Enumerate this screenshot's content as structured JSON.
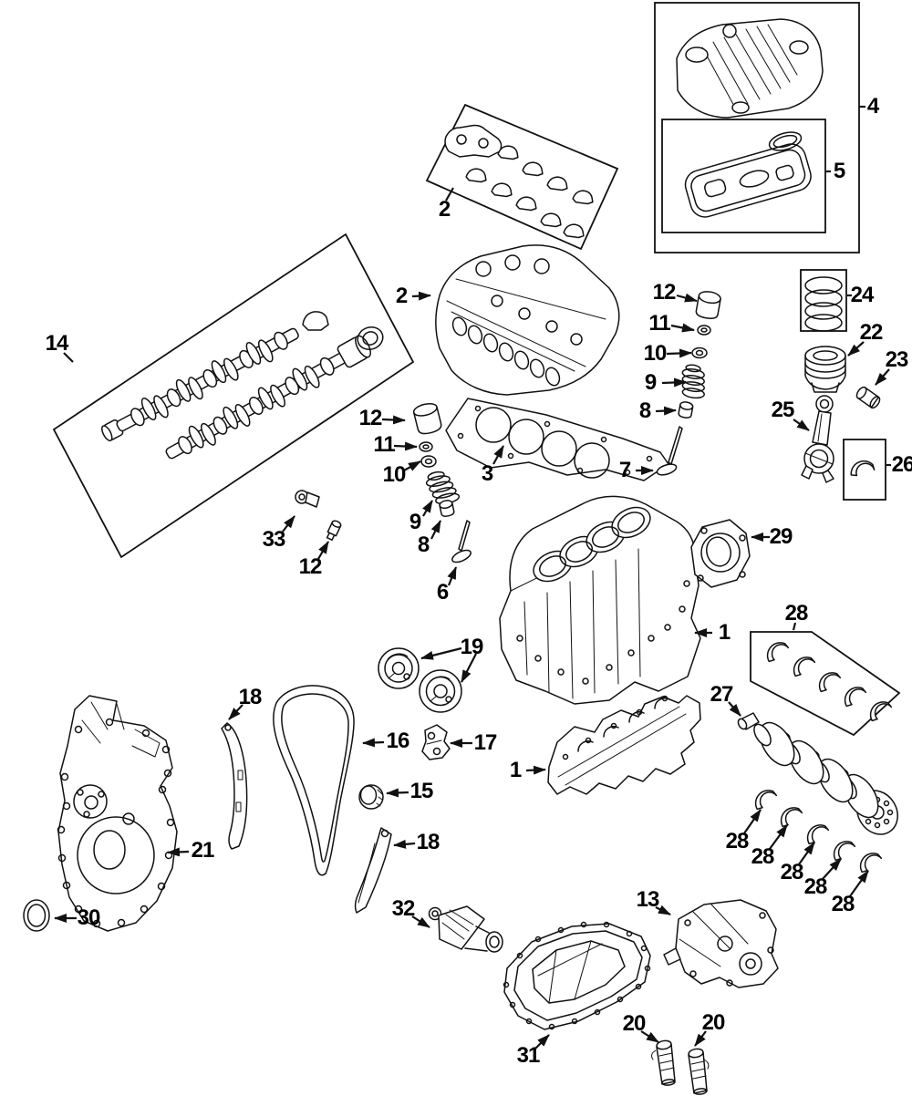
{
  "diagram": {
    "kind": "exploded-engine-parts-diagram",
    "colors": {
      "background": "#ffffff",
      "line": "#111111",
      "label": "#000000"
    },
    "callouts": [
      {
        "number": "4"
      },
      {
        "number": "5"
      },
      {
        "number": "2"
      },
      {
        "number": "2"
      },
      {
        "number": "14"
      },
      {
        "number": "3"
      },
      {
        "number": "12"
      },
      {
        "number": "11"
      },
      {
        "number": "10"
      },
      {
        "number": "9"
      },
      {
        "number": "8"
      },
      {
        "number": "6"
      },
      {
        "number": "33"
      },
      {
        "number": "12"
      },
      {
        "number": "12"
      },
      {
        "number": "11"
      },
      {
        "number": "10"
      },
      {
        "number": "9"
      },
      {
        "number": "8"
      },
      {
        "number": "7"
      },
      {
        "number": "24"
      },
      {
        "number": "22"
      },
      {
        "number": "23"
      },
      {
        "number": "25"
      },
      {
        "number": "26"
      },
      {
        "number": "29"
      },
      {
        "number": "1"
      },
      {
        "number": "28"
      },
      {
        "number": "27"
      },
      {
        "number": "1"
      },
      {
        "number": "28"
      },
      {
        "number": "28"
      },
      {
        "number": "28"
      },
      {
        "number": "28"
      },
      {
        "number": "28"
      },
      {
        "number": "21"
      },
      {
        "number": "30"
      },
      {
        "number": "18"
      },
      {
        "number": "16"
      },
      {
        "number": "17"
      },
      {
        "number": "15"
      },
      {
        "number": "18"
      },
      {
        "number": "19"
      },
      {
        "number": "32"
      },
      {
        "number": "31"
      },
      {
        "number": "13"
      },
      {
        "number": "20"
      },
      {
        "number": "20"
      }
    ]
  }
}
